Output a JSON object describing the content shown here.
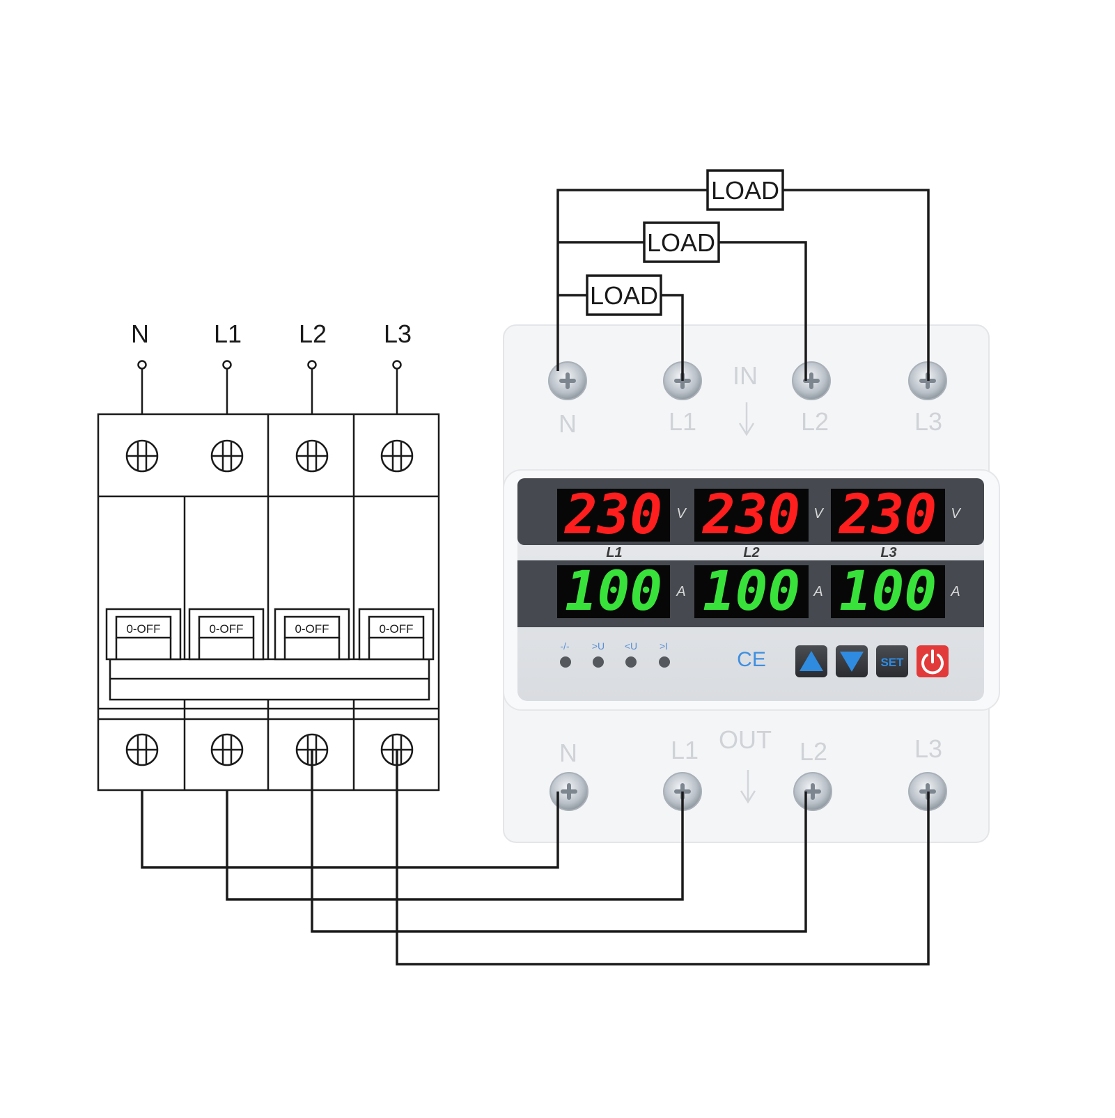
{
  "source_terminals": {
    "labels": [
      "N",
      "L1",
      "L2",
      "L3"
    ]
  },
  "breaker": {
    "switch_label": "0-OFF"
  },
  "loads": [
    "LOAD",
    "LOAD",
    "LOAD"
  ],
  "device": {
    "in_label": "IN",
    "out_label": "OUT",
    "top_terminals": [
      "N",
      "L1",
      "L2",
      "L3"
    ],
    "bottom_terminals": [
      "N",
      "L1",
      "L2",
      "L3"
    ],
    "phases": [
      "L1",
      "L2",
      "L3"
    ],
    "voltage_unit": "V",
    "current_unit": "A",
    "voltages": [
      "230",
      "230",
      "230"
    ],
    "currents": [
      "100",
      "100",
      "100"
    ],
    "indicators": [
      "-/-",
      ">U",
      "<U",
      ">I"
    ],
    "ce_mark": "CE",
    "buttons": {
      "up": "up-arrow-icon",
      "down": "down-arrow-icon",
      "set": "SET",
      "power": "power-icon"
    },
    "colors": {
      "voltage_digits": "#ff1e1e",
      "current_digits": "#39e23a",
      "button_blue": "#2f8be0",
      "power_red": "#e23a3a"
    }
  }
}
